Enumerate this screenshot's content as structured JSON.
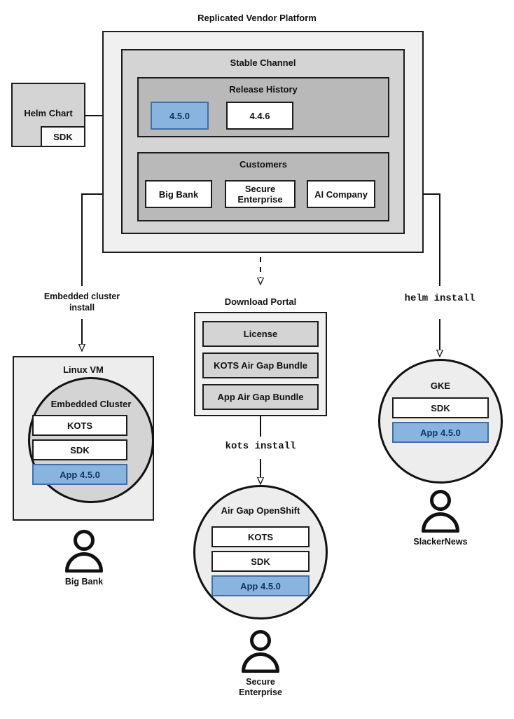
{
  "diagram": {
    "title": "Replicated Vendor Platform",
    "colors": {
      "accent_blue": "#8ab4e0",
      "accent_blue_border": "#3f6fa6",
      "level1_bg": "#f0f0f0",
      "level2_bg": "#d4d4d4",
      "level3_bg": "#b9b9b9",
      "stroke": "#1c1c1c"
    }
  },
  "helm_chart": {
    "title": "Helm Chart",
    "sdk_label": "SDK"
  },
  "platform": {
    "stable_channel": {
      "title": "Stable Channel",
      "release_history": {
        "title": "Release History",
        "releases": [
          {
            "version": "4.5.0",
            "highlighted": true
          },
          {
            "version": "4.4.6",
            "highlighted": false
          }
        ]
      },
      "customers": {
        "title": "Customers",
        "items": [
          {
            "name": "Big Bank"
          },
          {
            "name": "Secure Enterprise"
          },
          {
            "name": "AI Company"
          }
        ]
      }
    }
  },
  "edges": {
    "embedded_cluster_install": "Embedded cluster install",
    "embedded_cluster_install_line1": "Embedded cluster",
    "embedded_cluster_install_line2": "install",
    "kots_install": "kots install",
    "helm_install": "helm install"
  },
  "download_portal": {
    "title": "Download Portal",
    "artifacts": [
      {
        "label": "License"
      },
      {
        "label": "KOTS Air Gap Bundle"
      },
      {
        "label": "App Air Gap Bundle"
      }
    ]
  },
  "targets": {
    "linux_vm": {
      "title": "Linux VM",
      "cluster": {
        "title": "Embedded Cluster",
        "components": [
          {
            "label": "KOTS",
            "highlighted": false
          },
          {
            "label": "SDK",
            "highlighted": false
          },
          {
            "label": "App 4.5.0",
            "highlighted": true
          }
        ]
      },
      "customer": "Big Bank"
    },
    "air_gap_openshift": {
      "title": "Air Gap OpenShift",
      "components": [
        {
          "label": "KOTS",
          "highlighted": false
        },
        {
          "label": "SDK",
          "highlighted": false
        },
        {
          "label": "App 4.5.0",
          "highlighted": true
        }
      ],
      "customer_line1": "Secure",
      "customer_line2": "Enterprise"
    },
    "gke": {
      "title": "GKE",
      "components": [
        {
          "label": "SDK",
          "highlighted": false
        },
        {
          "label": "App 4.5.0",
          "highlighted": true
        }
      ],
      "customer": "SlackerNews"
    }
  }
}
